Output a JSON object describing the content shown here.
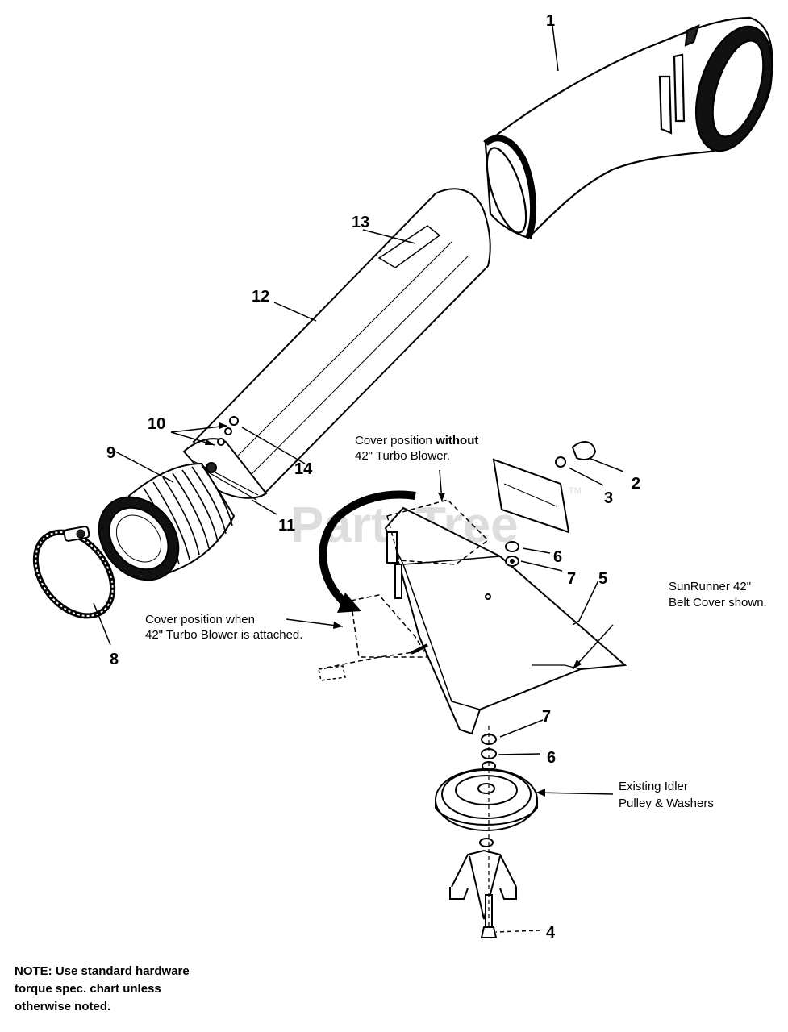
{
  "watermark": {
    "text": "PartsTree",
    "tm": "TM"
  },
  "part_numbers": {
    "p1": "1",
    "p2": "2",
    "p3": "3",
    "p4": "4",
    "p5": "5",
    "p6a": "6",
    "p6b": "6",
    "p7a": "7",
    "p7b": "7",
    "p8": "8",
    "p9": "9",
    "p10": "10",
    "p11": "11",
    "p12": "12",
    "p13": "13",
    "p14": "14"
  },
  "captions": {
    "without_line1_prefix": "Cover position ",
    "without_line1_bold": "without",
    "without_line2": "42\" Turbo Blower.",
    "when_line1": "Cover position when",
    "when_line2": "42\" Turbo Blower is attached.",
    "sunrunner_line1": "SunRunner 42\"",
    "sunrunner_line2": "Belt Cover shown.",
    "idler_line1": "Existing Idler",
    "idler_line2": "Pulley & Washers"
  },
  "note": {
    "line1": "NOTE: Use standard hardware",
    "line2": "torque spec. chart unless",
    "line3": "otherwise noted."
  }
}
